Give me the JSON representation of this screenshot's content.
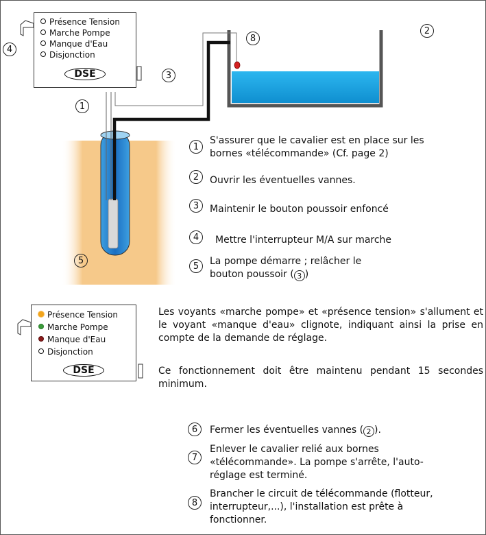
{
  "panel_top": {
    "leds": [
      "Présence Tension",
      "Marche Pompe",
      "Manque d'Eau",
      "Disjonction"
    ],
    "brand": "DSE"
  },
  "panel_bottom": {
    "leds": [
      {
        "label": "Présence Tension",
        "color": "#f2a51d"
      },
      {
        "label": "Marche Pompe",
        "color": "#3a9b3a"
      },
      {
        "label": "Manque d'Eau",
        "color": "#8b1a1a"
      },
      {
        "label": "Disjonction",
        "color": "#ffffff"
      }
    ],
    "brand": "DSE"
  },
  "callouts": {
    "c1": "1",
    "c2": "2",
    "c3": "3",
    "c4": "4",
    "c5": "5",
    "c8": "8"
  },
  "steps": [
    {
      "num": "1",
      "text": "S'assurer que le cavalier est en place sur les bornes «télécommande» (Cf. page 2)"
    },
    {
      "num": "2",
      "text": "Ouvrir les éventuelles vannes."
    },
    {
      "num": "3",
      "text": "Maintenir le bouton poussoir enfoncé"
    },
    {
      "num": "4",
      "text": "Mettre l'interrupteur M/A sur marche"
    },
    {
      "num": "5",
      "text": "La pompe démarre ; relâcher le bouton poussoir (",
      "ref": "3",
      "after": ")"
    }
  ],
  "para1": "Les voyants «marche pompe» et «présence tension» s'allument et le voyant «manque d'eau» clignote, indiquant ainsi la prise en compte de la demande de réglage.",
  "para2": "Ce fonctionnement doit être maintenu pendant 15 secondes minimum.",
  "steps2": [
    {
      "num": "6",
      "text": "Fermer les éventuelles vannes (",
      "ref": "2",
      "after": ")."
    },
    {
      "num": "7",
      "text": "Enlever le cavalier relié aux bornes «télécommande». La pompe s'arrête, l'auto-réglage est terminé."
    },
    {
      "num": "8",
      "text": "Brancher le circuit de télécommande (flotteur, interrupteur,...), l'installation est prête à fonctionner."
    }
  ],
  "colors": {
    "sand": "#f6c98a",
    "water": "#1aa3e0",
    "float": "#d42020"
  }
}
